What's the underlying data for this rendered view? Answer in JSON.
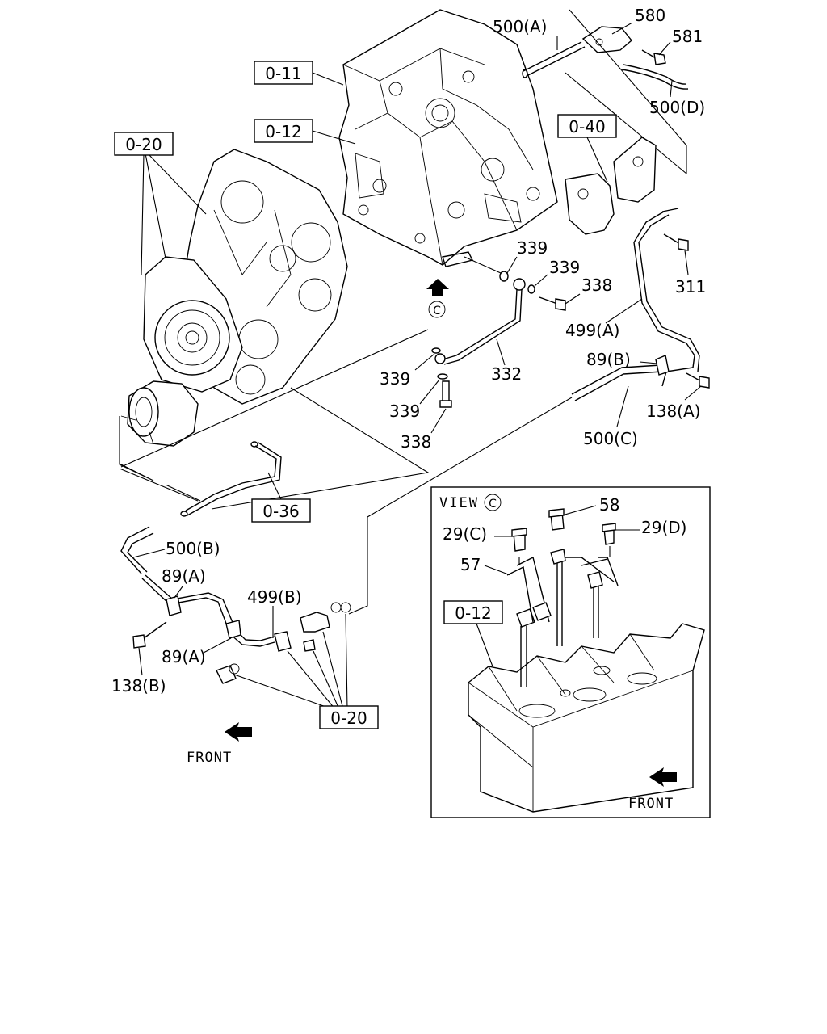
{
  "ref_boxes": {
    "ref_0_11": "0-11",
    "ref_0_12_top": "0-12",
    "ref_0_20_top": "0-20",
    "ref_0_40": "0-40",
    "ref_0_36": "0-36",
    "ref_0_20_bottom": "0-20",
    "ref_0_12_view": "0-12"
  },
  "callouts": {
    "c_500A": "500(A)",
    "c_580": "580",
    "c_581": "581",
    "c_500D": "500(D)",
    "c_339_a": "339",
    "c_339_b": "339",
    "c_338_a": "338",
    "c_311": "311",
    "c_499A": "499(A)",
    "c_89B": "89(B)",
    "c_138A": "138(A)",
    "c_500C": "500(C)",
    "c_339_c": "339",
    "c_332": "332",
    "c_339_d": "339",
    "c_338_b": "338",
    "c_500B": "500(B)",
    "c_89A_top": "89(A)",
    "c_499B": "499(B)",
    "c_89A_bottom": "89(A)",
    "c_138B": "138(B)",
    "c_58": "58",
    "c_29C": "29(C)",
    "c_29D": "29(D)",
    "c_57": "57"
  },
  "view_marker": "C",
  "inset": {
    "view_label": "VIEW",
    "view_marker": "C",
    "front_label": "FRONT"
  },
  "front_label": "FRONT"
}
